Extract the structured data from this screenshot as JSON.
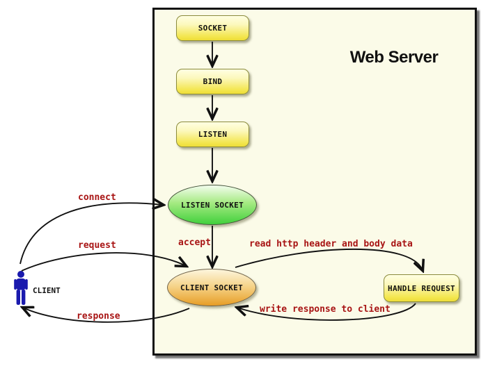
{
  "title": "Web Server",
  "actor": {
    "label": "CLIENT"
  },
  "nodes": {
    "socket": "SOCKET",
    "bind": "BIND",
    "listen": "LISTEN",
    "listen_socket": "LISTEN SOCKET",
    "client_socket": "CLIENT SOCKET",
    "handle_request": "HANDLE REQUEST"
  },
  "edges": {
    "connect": "connect",
    "request": "request",
    "response": "response",
    "accept": "accept",
    "read": "read http header and body data",
    "write": "write response to client"
  },
  "colors": {
    "server_box_bg": "#fbfbe8",
    "node_yellow_top": "#ffffe2",
    "node_yellow_bottom": "#eedd38",
    "node_yellow_border": "#8b8b3b",
    "ellipse_green_bottom": "#41d03c",
    "ellipse_orange_bottom": "#e79d26",
    "edge_label_red": "#a81414",
    "client_blue": "#1a1aae",
    "line_black": "#111111"
  }
}
